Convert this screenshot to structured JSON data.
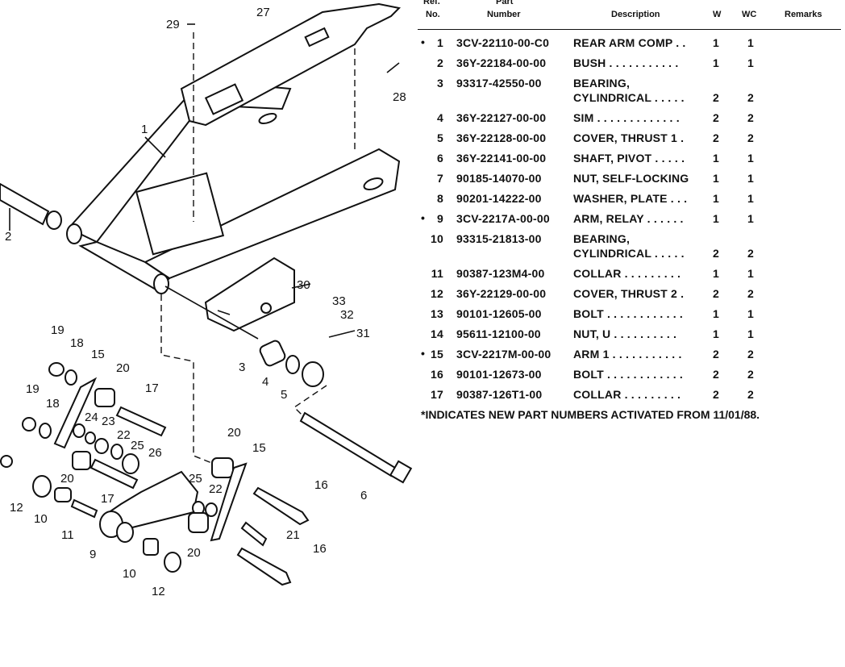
{
  "diagram": {
    "callouts": [
      "29",
      "27",
      "28",
      "1",
      "2",
      "30",
      "33",
      "32",
      "31",
      "3",
      "4",
      "5",
      "19",
      "18",
      "15",
      "20",
      "17",
      "19",
      "18",
      "24",
      "23",
      "22",
      "25",
      "26",
      "20",
      "15",
      "20",
      "25",
      "22",
      "16",
      "17",
      "12",
      "10",
      "11",
      "9",
      "21",
      "10",
      "20",
      "16",
      "6",
      "12"
    ]
  },
  "table": {
    "headers": {
      "ref": "Ref.",
      "no": "No.",
      "part": "Part",
      "number": "Number",
      "description": "Description",
      "w": "W",
      "wc": "WC",
      "remarks": "Remarks"
    },
    "rows": [
      {
        "star": "•",
        "ref": "1",
        "part": "3CV-22110-00-C0",
        "desc": [
          "REAR ARM COMP . ."
        ],
        "w": "1",
        "wc": "1"
      },
      {
        "star": "",
        "ref": "2",
        "part": "36Y-22184-00-00",
        "desc": [
          "BUSH . . . . . . . . . . ."
        ],
        "w": "1",
        "wc": "1"
      },
      {
        "star": "",
        "ref": "3",
        "part": "93317-42550-00",
        "desc": [
          "BEARING,",
          "CYLINDRICAL . . . . ."
        ],
        "w": "2",
        "wc": "2"
      },
      {
        "star": "",
        "ref": "4",
        "part": "36Y-22127-00-00",
        "desc": [
          "SIM . . . . . . . . . . . . ."
        ],
        "w": "2",
        "wc": "2"
      },
      {
        "star": "",
        "ref": "5",
        "part": "36Y-22128-00-00",
        "desc": [
          "COVER, THRUST 1 ."
        ],
        "w": "2",
        "wc": "2"
      },
      {
        "star": "",
        "ref": "6",
        "part": "36Y-22141-00-00",
        "desc": [
          "SHAFT, PIVOT . . . . ."
        ],
        "w": "1",
        "wc": "1"
      },
      {
        "star": "",
        "ref": "7",
        "part": "90185-14070-00",
        "desc": [
          "NUT, SELF-LOCKING"
        ],
        "w": "1",
        "wc": "1"
      },
      {
        "star": "",
        "ref": "8",
        "part": "90201-14222-00",
        "desc": [
          "WASHER, PLATE . . ."
        ],
        "w": "1",
        "wc": "1"
      },
      {
        "star": "•",
        "ref": "9",
        "part": "3CV-2217A-00-00",
        "desc": [
          "ARM, RELAY . . . . . ."
        ],
        "w": "1",
        "wc": "1"
      },
      {
        "star": "",
        "ref": "10",
        "part": "93315-21813-00",
        "desc": [
          "BEARING,",
          "CYLINDRICAL . . . . ."
        ],
        "w": "2",
        "wc": "2"
      },
      {
        "star": "",
        "ref": "11",
        "part": "90387-123M4-00",
        "desc": [
          "COLLAR . . . . . . . . ."
        ],
        "w": "1",
        "wc": "1"
      },
      {
        "star": "",
        "ref": "12",
        "part": "36Y-22129-00-00",
        "desc": [
          "COVER, THRUST 2 ."
        ],
        "w": "2",
        "wc": "2"
      },
      {
        "star": "",
        "ref": "13",
        "part": "90101-12605-00",
        "desc": [
          "BOLT . . . . . . . . . . . ."
        ],
        "w": "1",
        "wc": "1"
      },
      {
        "star": "",
        "ref": "14",
        "part": "95611-12100-00",
        "desc": [
          "NUT, U . . . . . . . . . ."
        ],
        "w": "1",
        "wc": "1"
      },
      {
        "star": "•",
        "ref": "15",
        "part": "3CV-2217M-00-00",
        "desc": [
          "ARM 1 . . . . . . . . . . ."
        ],
        "w": "2",
        "wc": "2"
      },
      {
        "star": "",
        "ref": "16",
        "part": "90101-12673-00",
        "desc": [
          "BOLT . . . . . . . . . . . ."
        ],
        "w": "2",
        "wc": "2"
      },
      {
        "star": "",
        "ref": "17",
        "part": "90387-126T1-00",
        "desc": [
          "COLLAR . . . . . . . . ."
        ],
        "w": "2",
        "wc": "2"
      }
    ],
    "footnote": "*INDICATES NEW PART NUMBERS ACTIVATED FROM 11/01/88."
  }
}
